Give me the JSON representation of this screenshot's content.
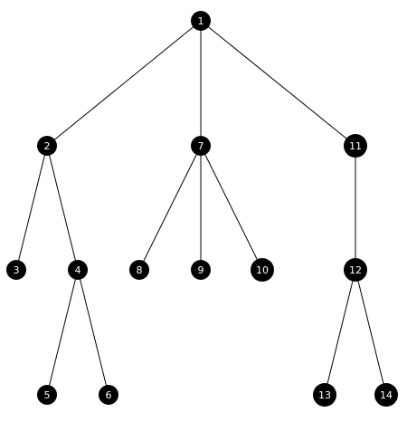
{
  "diagram": {
    "type": "tree",
    "colors": {
      "node_fill": "#000000",
      "node_text": "#ffffff",
      "edge": "#000000",
      "background": "#ffffff"
    },
    "nodes": [
      {
        "id": "1",
        "label": "1"
      },
      {
        "id": "2",
        "label": "2"
      },
      {
        "id": "7",
        "label": "7"
      },
      {
        "id": "11",
        "label": "11"
      },
      {
        "id": "3",
        "label": "3"
      },
      {
        "id": "4",
        "label": "4"
      },
      {
        "id": "8",
        "label": "8"
      },
      {
        "id": "9",
        "label": "9"
      },
      {
        "id": "10",
        "label": "10"
      },
      {
        "id": "12",
        "label": "12"
      },
      {
        "id": "5",
        "label": "5"
      },
      {
        "id": "6",
        "label": "6"
      },
      {
        "id": "13",
        "label": "13"
      },
      {
        "id": "14",
        "label": "14"
      }
    ],
    "edges": [
      {
        "from": "1",
        "to": "2"
      },
      {
        "from": "1",
        "to": "7"
      },
      {
        "from": "1",
        "to": "11"
      },
      {
        "from": "2",
        "to": "3"
      },
      {
        "from": "2",
        "to": "4"
      },
      {
        "from": "4",
        "to": "5"
      },
      {
        "from": "4",
        "to": "6"
      },
      {
        "from": "7",
        "to": "8"
      },
      {
        "from": "7",
        "to": "9"
      },
      {
        "from": "7",
        "to": "10"
      },
      {
        "from": "11",
        "to": "12"
      },
      {
        "from": "12",
        "to": "13"
      },
      {
        "from": "12",
        "to": "14"
      }
    ]
  }
}
